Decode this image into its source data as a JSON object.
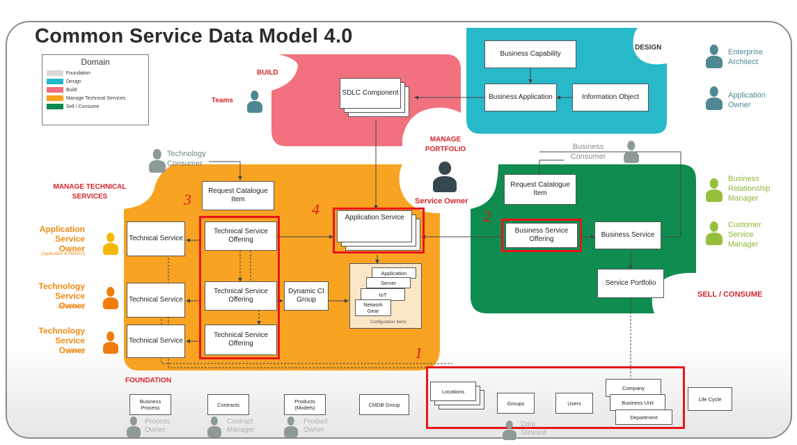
{
  "title": "Common Service Data Model 4.0",
  "legend": {
    "title": "Domain",
    "items": [
      {
        "label": "Foundation",
        "color": "#d9d9d9"
      },
      {
        "label": "Design",
        "color": "#21b6c8"
      },
      {
        "label": "Build",
        "color": "#ef6d7e"
      },
      {
        "label": "Manage Technical Services",
        "color": "#f7a21b"
      },
      {
        "label": "Sell / Consume",
        "color": "#0a8a4d"
      }
    ]
  },
  "colors": {
    "build": "#f2717f",
    "design": "#27b9c9",
    "manage": "#f8a322",
    "sell": "#0f8c4f",
    "highlight": "#e8141a",
    "person_gray": "#8e9a96",
    "person_dark": "#37474f",
    "person_yellow": "#f5b800",
    "person_orange": "#ee7d0e",
    "person_green": "#96c03c",
    "person_teal": "#4f8894"
  },
  "domains": {
    "build": "BUILD",
    "design": "DESIGN",
    "manage_portfolio": "MANAGE PORTFOLIO",
    "manage_technical": "MANAGE TECHNICAL SERVICES",
    "sell_consume": "SELL / CONSUME",
    "foundation": "FOUNDATION"
  },
  "boxes": {
    "business_capability": "Business Capability",
    "business_application": "Business Application",
    "information_object": "Information Object",
    "sdlc_component": "SDLC Component",
    "request_catalogue_tech": "Request Catalogue Item",
    "request_catalogue_biz": "Request Catalogue Item",
    "application_service": "Application Service",
    "technical_service_1": "Technical Service",
    "technical_service_2": "Technical Service",
    "technical_service_3": "Technical Service",
    "tso_1": "Technical Service Offering",
    "tso_2": "Technical Service Offering",
    "tso_3": "Technical Service Offering",
    "dynamic_ci_group": "Dynamic CI Group",
    "business_service_offering": "Business Service Offering",
    "business_service": "Business Service",
    "service_portfolio": "Service Portfolio",
    "ci_application": "Application",
    "ci_server": "Server",
    "ci_iot": "IoT",
    "ci_network": "Network Gear",
    "ci_caption": "Configuration Items",
    "business_process": "Business Process",
    "contracts": "Contracts",
    "products_models": "Products (Models)",
    "cmdb_group": "CMDB Group",
    "locations": "Locations",
    "groups": "Groups",
    "users": "Users",
    "company": "Company",
    "business_unit": "Business Unit",
    "department": "Department",
    "life_cycle": "Life Cycle"
  },
  "highlight_numbers": {
    "n1": "1",
    "n2": "2",
    "n3": "3",
    "n4": "4"
  },
  "roles": {
    "teams": "Teams",
    "technology_consumer": "Technology Consumer",
    "business_consumer": "Business Consumer",
    "service_owner": "Service Owner",
    "enterprise_architect": "Enterprise Architect",
    "application_owner": "Application Owner",
    "business_relationship_manager": "Business Relationship Manager",
    "customer_service_manager": "Customer Service Manager",
    "app_service_owner": "Application Service Owner",
    "app_service_owner_sub": "(Application & Platform)",
    "tech_service_owner_infra": "Technology Service Owner",
    "tech_service_owner_infra_sub": "(Infrastructure)",
    "tech_service_owner_delivery": "Technology Service Owner",
    "tech_service_owner_delivery_sub": "(Delivery)",
    "process_owner": "Process Owner",
    "contract_manager": "Contract Manager",
    "product_owner": "Product Owner",
    "data_steward": "Data Steward"
  }
}
